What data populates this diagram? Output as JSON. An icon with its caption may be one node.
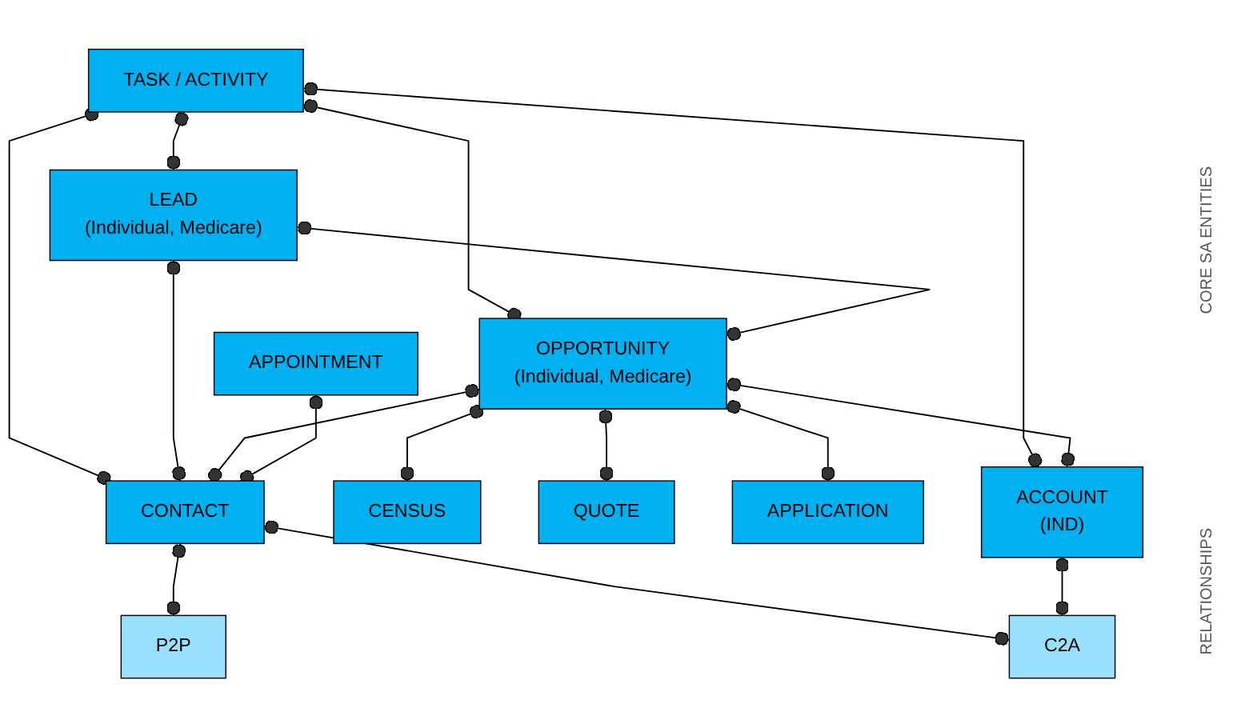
{
  "diagram": {
    "nodes": [
      {
        "text": [
          "TASK / ACTIVITY"
        ]
      },
      {
        "text": [
          "LEAD",
          "(Individual, Medicare)"
        ]
      },
      {
        "text": [
          "OPPORTUNITY",
          "(Individual, Medicare)"
        ]
      },
      {
        "text": [
          "APPOINTMENT"
        ]
      },
      {
        "text": [
          "CONTACT"
        ]
      },
      {
        "text": [
          "CENSUS"
        ]
      },
      {
        "text": [
          "QUOTE"
        ]
      },
      {
        "text": [
          "APPLICATION"
        ]
      },
      {
        "text": [
          "ACCOUNT",
          "(IND)"
        ]
      },
      {
        "text": [
          "P2P"
        ]
      },
      {
        "text": [
          "C2A"
        ]
      }
    ],
    "edges": [
      {
        "from": 0,
        "to": 1,
        "arrow": "other"
      },
      {
        "from": 0,
        "to": 8,
        "arrow": "other"
      },
      {
        "from": 0,
        "to": 2,
        "arrow": "other"
      },
      {
        "from": 0,
        "to": 4,
        "arrow": "other"
      },
      {
        "from": 1,
        "to": 2,
        "arrow": "other"
      },
      {
        "from": 1,
        "to": 4,
        "arrow": "other"
      },
      {
        "from": 2,
        "to": 4,
        "arrow": "other"
      },
      {
        "from": 2,
        "to": 5,
        "arrow": "other"
      },
      {
        "from": 2,
        "to": 6,
        "arrow": "other"
      },
      {
        "from": 2,
        "to": 7,
        "arrow": "other"
      },
      {
        "from": 2,
        "to": 8,
        "arrow": "other"
      },
      {
        "from": 3,
        "to": 4,
        "arrow": "other"
      },
      {
        "from": 4,
        "to": 9,
        "arrow": "other"
      },
      {
        "from": 4,
        "to": 10,
        "arrow": "other"
      },
      {
        "from": 8,
        "to": 10,
        "arrow": "other"
      }
    ],
    "labels": [
      "CORE SA ENTITIES",
      "RELATIONSHIPS"
    ]
  }
}
